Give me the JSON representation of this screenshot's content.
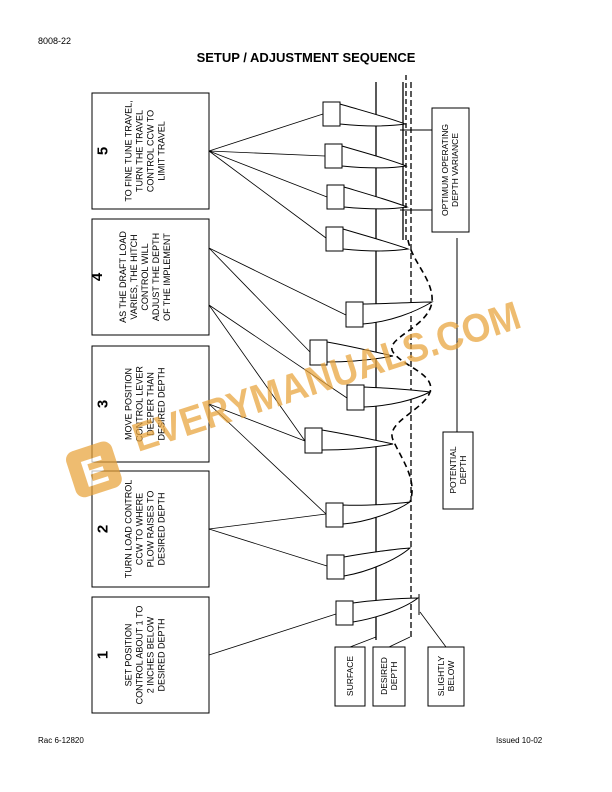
{
  "header": {
    "doc_id": "8008-22",
    "title": "SETUP / ADJUSTMENT SEQUENCE"
  },
  "steps": [
    {
      "number": "1",
      "lines": [
        "SET POSITION",
        "CONTROL ABOUT 1 TO",
        "2 INCHES BELOW",
        "DESIRED DEPTH"
      ]
    },
    {
      "number": "2",
      "lines": [
        "TURN LOAD CONTROL",
        "CCW TO WHERE",
        "PLOW RAISES TO",
        "DESIRED DEPTH"
      ]
    },
    {
      "number": "3",
      "lines": [
        "MOVE POSITION",
        "CONTROL LEVER",
        "DEEPER THAN",
        "DESIRED DEPTH"
      ]
    },
    {
      "number": "4",
      "lines": [
        "AS THE DRAFT LOAD",
        "VARIES, THE HITCH",
        "CONTROL WILL",
        "ADJUST THE DEPTH",
        "OF THE IMPLEMENT"
      ]
    },
    {
      "number": "5",
      "lines": [
        "TO FINE TUNE TRAVEL,",
        "TURN THE TRAVEL",
        "CONTROL CCW TO",
        "LIMIT TRAVEL"
      ]
    }
  ],
  "labels": {
    "surface": [
      "SURFACE"
    ],
    "desired_depth": [
      "DESIRED",
      "DEPTH"
    ],
    "slightly_below": [
      "SLIGHTLY",
      "BELOW"
    ],
    "potential_depth": [
      "POTENTIAL",
      "DEPTH"
    ],
    "optimum_variance": [
      "OPTIMUM OPERATING",
      "DEPTH VARIANCE"
    ]
  },
  "watermark": {
    "text": "EVERYMANUALS.COM",
    "logo_letter": "E",
    "color": "#e8a33a"
  },
  "footer": {
    "left": "Rac 6-12820",
    "right": "Issued 10-02"
  }
}
